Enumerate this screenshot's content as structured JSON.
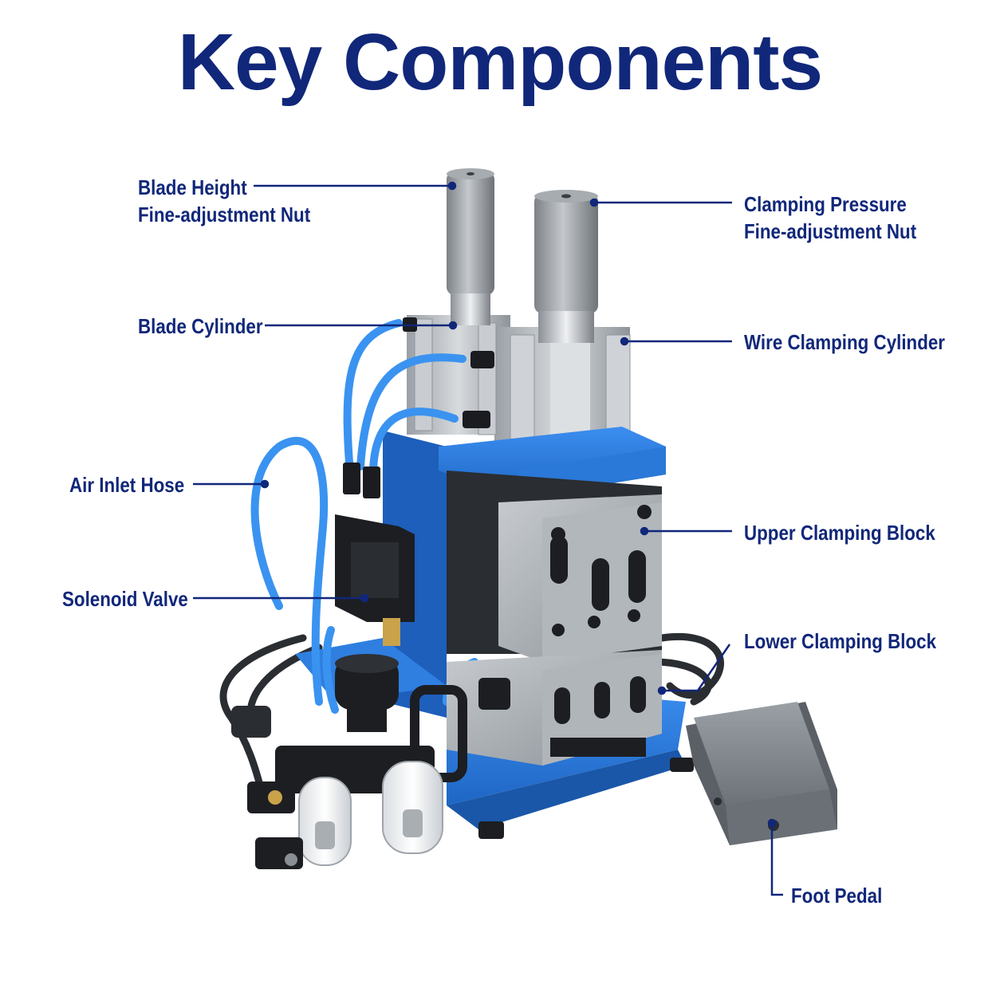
{
  "title": "Key Components",
  "colors": {
    "navy": "#11277a",
    "machine_blue": "#2f7fe0",
    "hose_blue": "#3a93f0",
    "steel": "#b9bec4",
    "dark_steel": "#3a3d42",
    "pedal_grey": "#7f858b"
  },
  "labels": {
    "blade_height_nut_line1": "Blade Height",
    "blade_height_nut_line2": "Fine-adjustment Nut",
    "blade_cylinder": "Blade Cylinder",
    "air_inlet_hose": "Air Inlet Hose",
    "solenoid_valve": "Solenoid Valve",
    "clamping_pressure_nut_line1": "Clamping Pressure",
    "clamping_pressure_nut_line2": "Fine-adjustment Nut",
    "wire_clamping_cylinder": "Wire Clamping Cylinder",
    "upper_clamping_block": "Upper Clamping Block",
    "lower_clamping_block": "Lower Clamping Block",
    "foot_pedal": "Foot Pedal"
  }
}
